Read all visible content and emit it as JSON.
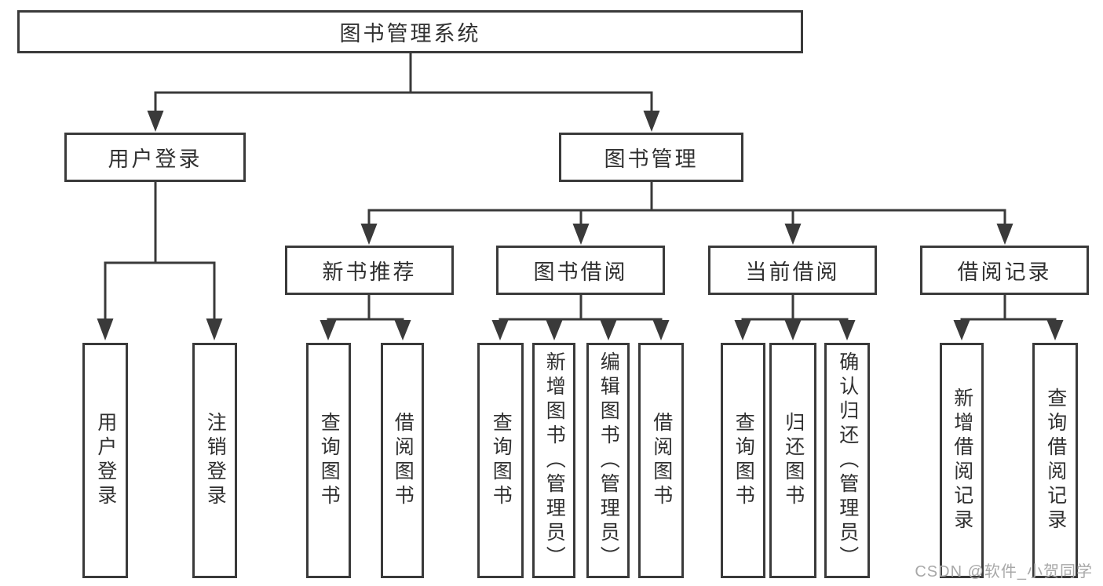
{
  "diagram": {
    "root": {
      "label": "图书管理系统"
    },
    "branches": [
      {
        "label": "用户登录",
        "children": [
          {
            "label": "用户登录"
          },
          {
            "label": "注销登录"
          }
        ]
      },
      {
        "label": "图书管理",
        "children": [
          {
            "label": "新书推荐",
            "children": [
              {
                "label": "查询图书"
              },
              {
                "label": "借阅图书"
              }
            ]
          },
          {
            "label": "图书借阅",
            "children": [
              {
                "label": "查询图书"
              },
              {
                "label": "新增图书（管理员）"
              },
              {
                "label": "编辑图书（管理员）"
              },
              {
                "label": "借阅图书"
              }
            ]
          },
          {
            "label": "当前借阅",
            "children": [
              {
                "label": "查询图书"
              },
              {
                "label": "归还图书"
              },
              {
                "label": "确认归还（管理员）"
              }
            ]
          },
          {
            "label": "借阅记录",
            "children": [
              {
                "label": "新增借阅记录"
              },
              {
                "label": "查询借阅记录"
              }
            ]
          }
        ]
      }
    ]
  },
  "watermark": {
    "text": "CSDN @软件_小贺同学"
  },
  "colors": {
    "line": "#3a3a3a",
    "text": "#303030",
    "watermark": "#a8a8a8",
    "background": "#ffffff"
  }
}
